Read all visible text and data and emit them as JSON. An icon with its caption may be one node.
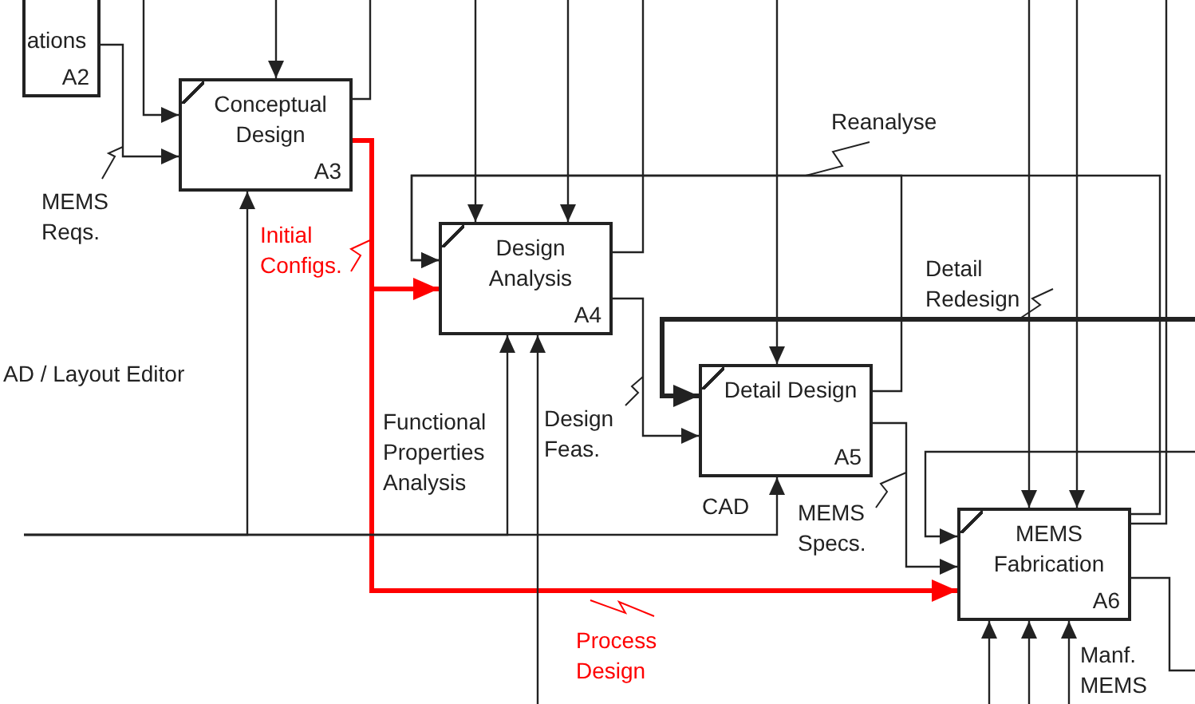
{
  "diagram": {
    "nodes": [
      {
        "text": [
          "ations",
          "A2"
        ]
      },
      {
        "text": [
          "Conceptual Design",
          "A3"
        ]
      },
      {
        "text": [
          "Design Analysis",
          "A4"
        ]
      },
      {
        "text": [
          "Detail Design",
          "A5"
        ]
      },
      {
        "text": [
          "MEMS Fabrication",
          "A6"
        ]
      }
    ],
    "edges": [
      {
        "from": 0,
        "to": 1,
        "arrow": "to",
        "label": "MEMS Reqs."
      },
      {
        "from": null,
        "to": 1,
        "arrow": "to"
      },
      {
        "from": null,
        "to": 1,
        "arrow": "to"
      },
      {
        "from": 1,
        "to": null,
        "arrow": "none"
      },
      {
        "from": null,
        "to": 1,
        "arrow": "to",
        "label": "AD / Layout Editor"
      },
      {
        "from": 1,
        "to": 2,
        "arrow": "to",
        "label": "Initial Configs.",
        "style": "thick",
        "color": "#ff0000"
      },
      {
        "from": 1,
        "to": 4,
        "arrow": "to",
        "label": "Process Design",
        "style": "thick",
        "color": "#ff0000"
      },
      {
        "from": null,
        "to": 2,
        "arrow": "to"
      },
      {
        "from": null,
        "to": 2,
        "arrow": "to"
      },
      {
        "from": 3,
        "to": 2,
        "arrow": "to",
        "label": "Reanalyse"
      },
      {
        "from": 4,
        "to": 2,
        "arrow": "to"
      },
      {
        "from": 4,
        "to": null,
        "arrow": "none"
      },
      {
        "from": 2,
        "to": null,
        "arrow": "none"
      },
      {
        "from": 2,
        "to": 3,
        "arrow": "to",
        "label": "Design Feas."
      },
      {
        "from": null,
        "to": 3,
        "arrow": "to",
        "label": "Detail Redesign",
        "style": "thick"
      },
      {
        "from": null,
        "to": 3,
        "arrow": "to"
      },
      {
        "from": null,
        "to": 2,
        "arrow": "to",
        "label": "Functional Properties Analysis"
      },
      {
        "from": null,
        "to": 2,
        "arrow": "to"
      },
      {
        "from": null,
        "to": 3,
        "arrow": "to",
        "label": "CAD"
      },
      {
        "from": 3,
        "to": 4,
        "arrow": "to",
        "label": "MEMS Specs."
      },
      {
        "from": null,
        "to": 4,
        "arrow": "to"
      },
      {
        "from": null,
        "to": 4,
        "arrow": "to"
      },
      {
        "from": null,
        "to": 4,
        "arrow": "to"
      },
      {
        "from": null,
        "to": 4,
        "arrow": "to"
      },
      {
        "from": null,
        "to": 4,
        "arrow": "to"
      },
      {
        "from": null,
        "to": 4,
        "arrow": "to",
        "label": "Manf. MEMS"
      },
      {
        "from": 4,
        "to": null,
        "arrow": "none"
      }
    ]
  }
}
